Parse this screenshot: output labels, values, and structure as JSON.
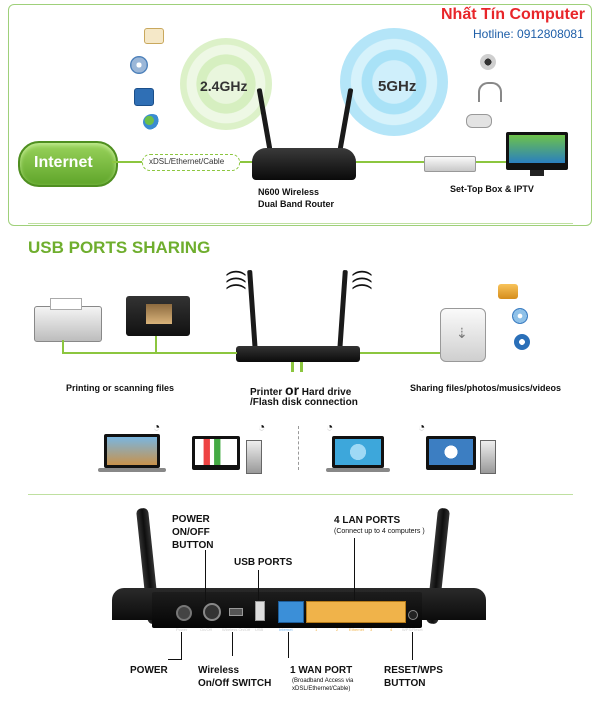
{
  "brand": {
    "name": "Nhất Tín Computer",
    "hotline": "Hotline: 0912808081",
    "colors": {
      "red": "#e8262a",
      "blue": "#1f5fa8",
      "green": "#8cc63f"
    }
  },
  "top": {
    "internet": "Internet",
    "connection": "xDSL/Ethernet/Cable",
    "band1": "2.4GHz",
    "band2": "5GHz",
    "router_line1": "N600 Wireless",
    "router_line2": "Dual Band Router",
    "settop": "Set-Top Box & IPTV"
  },
  "usb": {
    "title": "USB PORTS SHARING",
    "printing": "Printing or scanning files",
    "printer_label_a": "Printer",
    "printer_label_or": "or",
    "printer_label_b": "Hard drive",
    "printer_label_c": "/Flash disk connection",
    "sharing": "Sharing files/photos/musics/videos"
  },
  "ports": {
    "power_button": [
      "POWER",
      "ON/OFF",
      "BUTTON"
    ],
    "usb_ports": "USB PORTS",
    "lan_ports": "4 LAN PORTS",
    "lan_sub": "(Connect up to 4 computers )",
    "power": "POWER",
    "wireless_switch": [
      "Wireless",
      "On/Off SWITCH"
    ],
    "wan_port": "1 WAN PORT",
    "wan_sub": [
      "(Broadband Access via",
      "xDSL/Ethernet/Cable)"
    ],
    "reset": [
      "RESET/WPS",
      "BUTTON"
    ],
    "panel_labels": [
      "Power",
      "On/Off",
      "Wireless On/Off",
      "USB",
      "Internet",
      "1",
      "2",
      "Ethernet",
      "3",
      "4",
      "WPS/Reset"
    ]
  }
}
